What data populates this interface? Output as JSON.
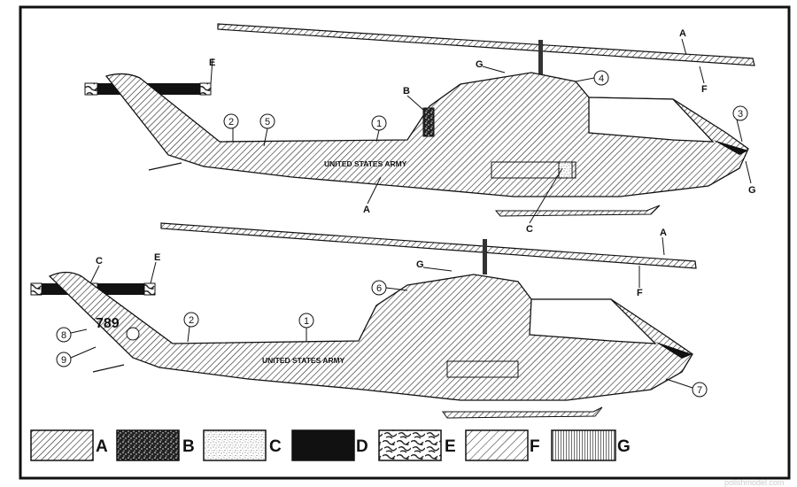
{
  "title": "Helicopter camouflage and markings diagram",
  "top_helicopter": {
    "fuselage_text": "UNITED STATES ARMY",
    "callouts": [
      "E",
      "A",
      "F",
      "G",
      "4",
      "B",
      "1",
      "2",
      "5",
      "3",
      "G",
      "A",
      "C"
    ]
  },
  "bottom_helicopter": {
    "fuselage_text": "UNITED STATES ARMY",
    "tail_number": "789",
    "callouts": [
      "C",
      "E",
      "G",
      "6",
      "1",
      "2",
      "8",
      "9",
      "A",
      "F",
      "7"
    ]
  },
  "legend": [
    {
      "key": "A",
      "pattern": "fine-diagonal-hatch"
    },
    {
      "key": "B",
      "pattern": "dark-speckle"
    },
    {
      "key": "C",
      "pattern": "light-stipple"
    },
    {
      "key": "D",
      "pattern": "solid-black"
    },
    {
      "key": "E",
      "pattern": "camouflage"
    },
    {
      "key": "F",
      "pattern": "wide-diagonal-hatch"
    },
    {
      "key": "G",
      "pattern": "vertical-lines"
    }
  ],
  "watermark": "polishmodel.com"
}
